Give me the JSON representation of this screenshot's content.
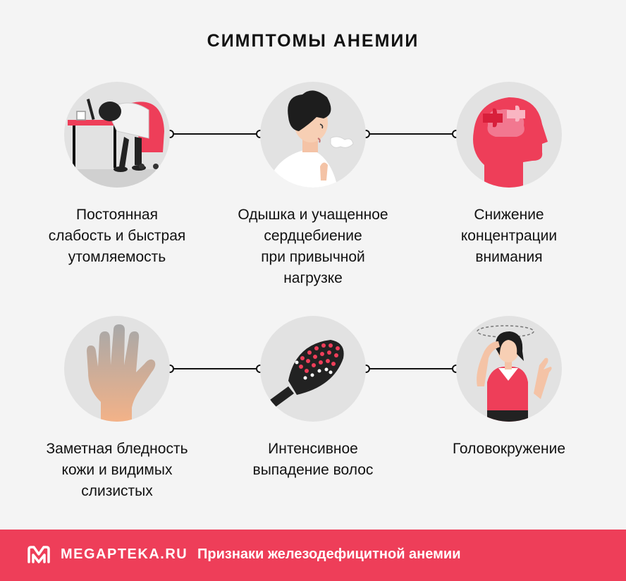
{
  "title": "СИМПТОМЫ АНЕМИИ",
  "symptoms": [
    {
      "icon": "tired-person-at-desk-icon",
      "lines": [
        "Постоянная",
        "слабость и быстрая",
        "утомляемость"
      ]
    },
    {
      "icon": "shortness-of-breath-icon",
      "lines": [
        "Одышка и учащенное",
        "сердцебиение",
        "при привычной",
        "нагрузке"
      ]
    },
    {
      "icon": "head-puzzle-icon",
      "lines": [
        "Снижение",
        "концентрации",
        "внимания"
      ]
    },
    {
      "icon": "pale-hand-icon",
      "lines": [
        "Заметная бледность",
        "кожи и видимых",
        "слизистых"
      ]
    },
    {
      "icon": "hairbrush-icon",
      "lines": [
        "Интенсивное",
        "выпадение волос"
      ]
    },
    {
      "icon": "dizzy-woman-icon",
      "lines": [
        "Головокружение"
      ]
    }
  ],
  "footer": {
    "brand": "MEGAPTEKA.RU",
    "tagline": "Признаки железодефицитной анемии"
  },
  "colors": {
    "accent": "#ee3e59",
    "circle": "#e2e2e2",
    "background": "#f4f4f4"
  }
}
